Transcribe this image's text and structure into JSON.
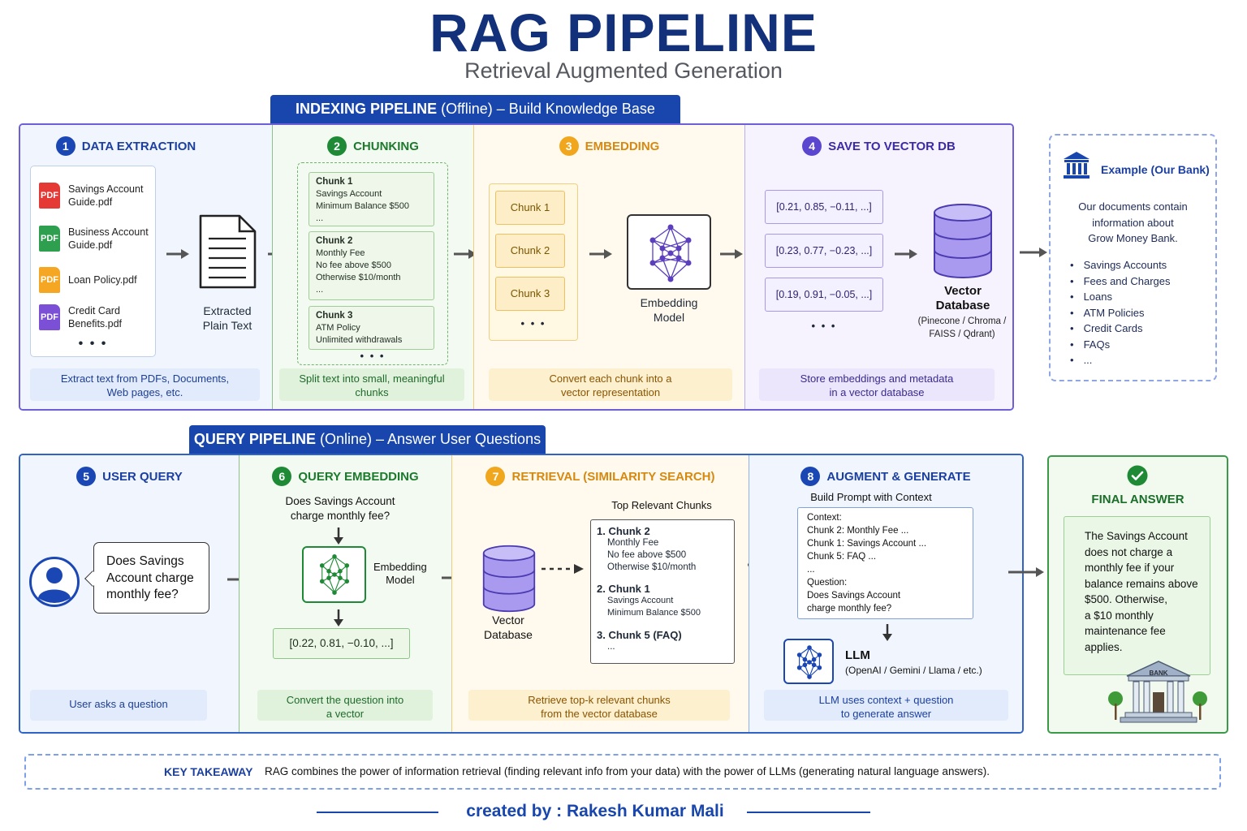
{
  "header": {
    "title": "RAG PIPELINE",
    "subtitle": "Retrieval Augmented Generation"
  },
  "indexing": {
    "banner_bold": "INDEXING PIPELINE",
    "banner_thin": "(Offline) – Build Knowledge Base",
    "extraction": {
      "num": "1",
      "title": "DATA EXTRACTION",
      "files": [
        "Savings Account\nGuide.pdf",
        "Business Account\nGuide.pdf",
        "Loan Policy.pdf",
        "Credit Card\nBenefits.pdf"
      ],
      "pdf_label": "PDF",
      "more": "• • •",
      "output": "Extracted\nPlain Text",
      "desc": "Extract text from PDFs, Documents,\nWeb pages, etc."
    },
    "chunking": {
      "num": "2",
      "title": "CHUNKING",
      "chunks": [
        {
          "title": "Chunk 1",
          "body": "Savings Account\nMinimum Balance $500\n..."
        },
        {
          "title": "Chunk 2",
          "body": "Monthly Fee\nNo fee above $500\nOtherwise $10/month\n..."
        },
        {
          "title": "Chunk 3",
          "body": "ATM Policy\nUnlimited withdrawals"
        }
      ],
      "more": "• • •",
      "desc": "Split text into small, meaningful\nchunks"
    },
    "embedding": {
      "num": "3",
      "title": "EMBEDDING",
      "chunks": [
        "Chunk 1",
        "Chunk 2",
        "Chunk 3"
      ],
      "more": "• • •",
      "model": "Embedding\nModel",
      "desc": "Convert each chunk into a\nvector representation"
    },
    "save": {
      "num": "4",
      "title": "SAVE TO VECTOR DB",
      "vectors": [
        "[0.21, 0.85, −0.11, ...]",
        "[0.23, 0.77, −0.23, ...]",
        "[0.19, 0.91, −0.05, ...]"
      ],
      "more": "• • •",
      "db_title": "Vector\nDatabase",
      "db_examples": "(Pinecone / Chroma /\nFAISS / Qdrant)",
      "desc": "Store embeddings and metadata\nin a vector database"
    }
  },
  "example": {
    "title": "Example (Our Bank)",
    "text": "Our documents contain\ninformation about\nGrow Money Bank.",
    "items": [
      "Savings Accounts",
      "Fees and Charges",
      "Loans",
      "ATM Policies",
      "Credit Cards",
      "FAQs",
      "..."
    ]
  },
  "query": {
    "banner_bold": "QUERY PIPELINE",
    "banner_thin": "(Online) – Answer User Questions",
    "user": {
      "num": "5",
      "title": "USER QUERY",
      "question": "Does Savings\nAccount charge\nmonthly fee?",
      "desc": "User asks a question"
    },
    "qembed": {
      "num": "6",
      "title": "QUERY EMBEDDING",
      "question": "Does Savings Account\ncharge monthly fee?",
      "model": "Embedding\nModel",
      "vector": "[0.22, 0.81, −0.10, ...]",
      "desc": "Convert the question into\na vector"
    },
    "retrieval": {
      "num": "7",
      "title": "RETRIEVAL (SIMILARITY SEARCH)",
      "db_title": "Vector\nDatabase",
      "top_title": "Top Relevant Chunks",
      "results": [
        {
          "title": "1. Chunk 2",
          "body": "Monthly Fee\nNo fee above $500\nOtherwise $10/month"
        },
        {
          "title": "2. Chunk 1",
          "body": "Savings Account\nMinimum Balance $500"
        },
        {
          "title": "3. Chunk 5 (FAQ)",
          "body": "..."
        }
      ],
      "desc": "Retrieve top-k relevant chunks\nfrom the vector database"
    },
    "generate": {
      "num": "8",
      "title": "AUGMENT & GENERATE",
      "prompt_title": "Build Prompt with Context",
      "prompt": "Context:\nChunk 2: Monthly Fee ...\nChunk 1: Savings Account ...\nChunk 5: FAQ ...\n...\nQuestion:\nDoes Savings Account\ncharge monthly fee?",
      "llm_title": "LLM",
      "llm_examples": "(OpenAI / Gemini / Llama / etc.)",
      "desc": "LLM uses context + question\nto generate answer"
    },
    "final": {
      "title": "FINAL ANSWER",
      "answer": "The Savings Account\ndoes not charge a\nmonthly fee if your\nbalance remains above\n$500. Otherwise,\na $10 monthly\nmaintenance fee\napplies.",
      "bank_label": "BANK"
    }
  },
  "takeaway": {
    "label": "KEY TAKEAWAY",
    "text": "RAG combines the power of information retrieval (finding relevant info from your data) with the power of LLMs (generating natural language answers)."
  },
  "footer": {
    "credit": "created by : Rakesh Kumar Mali"
  },
  "colors": {
    "navy": "#13307a",
    "banner": "#1846ad",
    "green": "#1e8a36",
    "orange": "#f0a71d",
    "purple": "#5a46cf",
    "pdf_red": "#e53935",
    "pdf_green": "#2e9e4f",
    "pdf_orange": "#f5a623",
    "pdf_purple": "#7b4fd6"
  }
}
